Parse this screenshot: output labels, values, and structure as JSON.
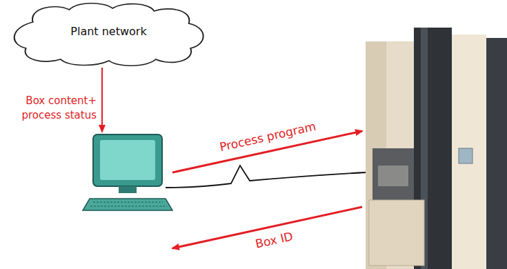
{
  "diagram": {
    "nodes": [
      {
        "text": [
          "Plant network"
        ]
      }
    ],
    "edges": [],
    "labels": [
      "Box content+ process status",
      "Process program",
      "Box ID"
    ]
  }
}
